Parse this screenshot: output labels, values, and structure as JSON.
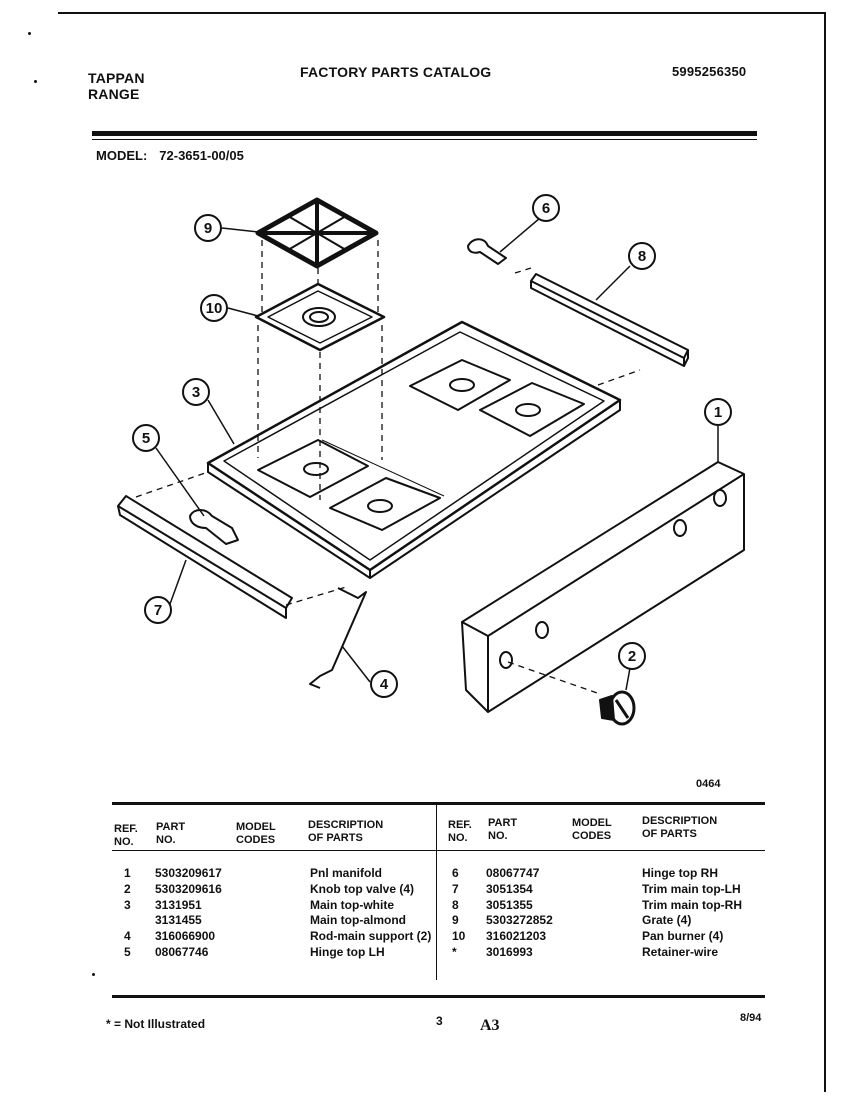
{
  "header": {
    "brand_line1": "TAPPAN",
    "brand_line2": "RANGE",
    "catalog_title": "FACTORY PARTS CATALOG",
    "document_number": "5995256350"
  },
  "model": {
    "label": "MODEL:",
    "value": "72-3651-00/05"
  },
  "diagram": {
    "callouts": [
      "9",
      "10",
      "3",
      "5",
      "7",
      "4",
      "6",
      "8",
      "1",
      "2"
    ],
    "figure_code": "0464"
  },
  "table": {
    "headers": {
      "ref_line1": "REF.",
      "ref_line2": "NO.",
      "part_line1": "PART",
      "part_line2": "NO.",
      "model_line1": "MODEL",
      "model_line2": "CODES",
      "desc_line1": "DESCRIPTION",
      "desc_line2": "OF PARTS"
    },
    "left_rows": [
      {
        "ref": "1",
        "part": "5303209617",
        "code": "",
        "desc": "Pnl manifold"
      },
      {
        "ref": "2",
        "part": "5303209616",
        "code": "",
        "desc": "Knob top valve (4)"
      },
      {
        "ref": "3",
        "part": "3131951",
        "code": "",
        "desc": "Main top-white"
      },
      {
        "ref": "",
        "part": "3131455",
        "code": "",
        "desc": "Main top-almond"
      },
      {
        "ref": "4",
        "part": "316066900",
        "code": "",
        "desc": "Rod-main support (2)"
      },
      {
        "ref": "5",
        "part": "08067746",
        "code": "",
        "desc": "Hinge top LH"
      }
    ],
    "right_rows": [
      {
        "ref": "6",
        "part": "08067747",
        "code": "",
        "desc": "Hinge top RH"
      },
      {
        "ref": "7",
        "part": "3051354",
        "code": "",
        "desc": "Trim main top-LH"
      },
      {
        "ref": "8",
        "part": "3051355",
        "code": "",
        "desc": "Trim main top-RH"
      },
      {
        "ref": "9",
        "part": "5303272852",
        "code": "",
        "desc": "Grate (4)"
      },
      {
        "ref": "10",
        "part": "316021203",
        "code": "",
        "desc": "Pan burner (4)"
      },
      {
        "ref": "*",
        "part": "3016993",
        "code": "",
        "desc": "Retainer-wire"
      }
    ]
  },
  "footer": {
    "footnote": "* = Not Illustrated",
    "page_number": "3",
    "page_code": "A3",
    "date": "8/94"
  }
}
